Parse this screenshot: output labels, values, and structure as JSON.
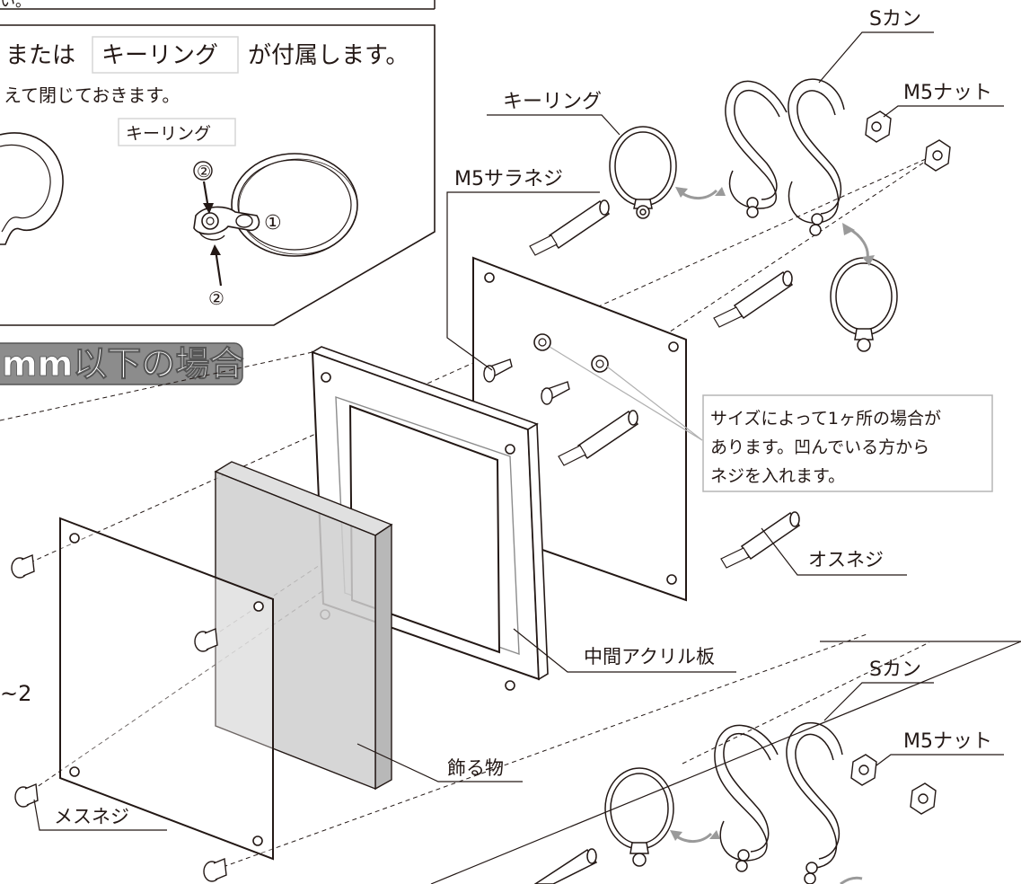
{
  "top_note": "い。",
  "keyring_box": {
    "intro_prefix": "または",
    "intro_highlight": "キーリング",
    "intro_suffix": "が付属します。",
    "sub_text": "えて閉じておきます。",
    "keyring_label": "キーリング",
    "step1_marker": "①",
    "step2_marker": "②"
  },
  "section_banner": "mm以下の場合",
  "callouts": {
    "s_kan": "Sカン",
    "m5_nut": "M5ナット",
    "key_ring": "キーリング",
    "m5_sara_screw": "M5サラネジ",
    "male_screw": "オスネジ",
    "middle_acrylic": "中間アクリル板",
    "decoration": "飾る物",
    "female_screw": "メスネジ",
    "s_kan_bottom": "Sカン",
    "m5_nut_bottom": "M5ナット"
  },
  "note_box": {
    "line1": "サイズによって1ヶ所の場合が",
    "line2": "あります。凹んでいる方から",
    "line3": "ネジを入れます。"
  },
  "left_fragment": "~2",
  "colors": {
    "line": "#231815",
    "banner_fill": "#8c8c8c",
    "decoration_fill": "#cfcfcf",
    "note_border": "#b5b5b5"
  }
}
